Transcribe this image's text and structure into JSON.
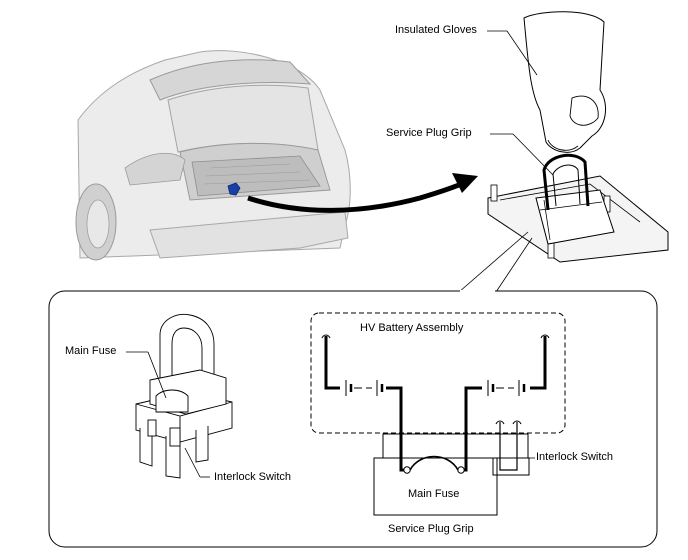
{
  "labels": {
    "insulated_gloves": "Insulated Gloves",
    "service_plug_grip_top": "Service Plug Grip",
    "main_fuse_left": "Main Fuse",
    "interlock_switch_left": "Interlock Switch",
    "hv_battery_assembly": "HV Battery Assembly",
    "interlock_switch_right": "Interlock Switch",
    "main_fuse_schematic": "Main Fuse",
    "service_plug_grip_bottom": "Service Plug Grip"
  },
  "icons": {
    "arrow": "curved-arrow-icon",
    "battery": "battery-cell-icon",
    "fuse": "fuse-icon"
  },
  "colors": {
    "line": "#000000",
    "car_body": "#dcdcdc",
    "car_outline": "#9a9a9a",
    "highlight": "#1a3fa8"
  }
}
